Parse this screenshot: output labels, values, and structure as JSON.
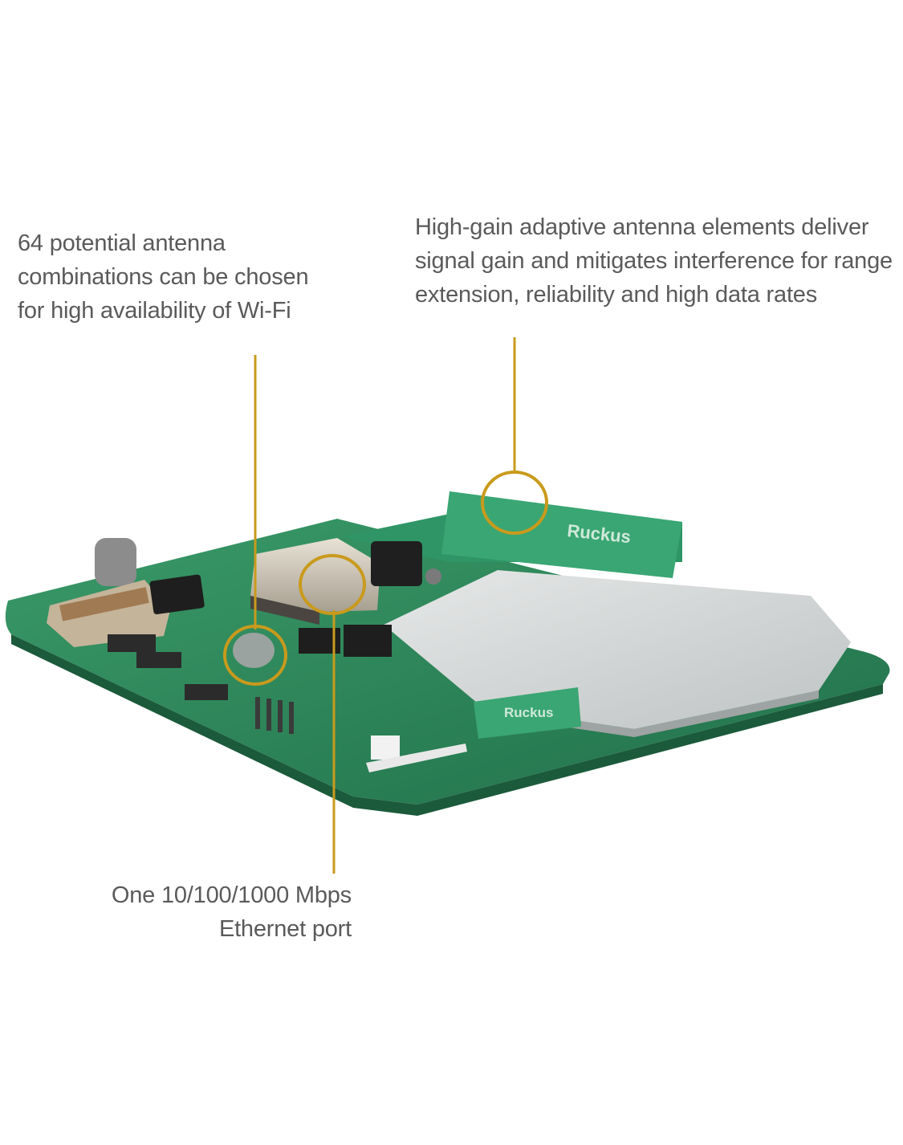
{
  "callouts": {
    "antenna_combinations": "64 potential antenna\ncombinations can be chosen\nfor high availability of Wi-Fi",
    "adaptive_antenna": "High-gain adaptive antenna elements deliver\nsignal gain and mitigates interference for range\nextension, reliability and high data rates",
    "ethernet_port": "One 10/100/1000 Mbps\nEthernet port"
  },
  "board": {
    "brand_label_top": "Ruckus",
    "brand_label_bottom": "Ruckus"
  },
  "colors": {
    "callout_line": "#c99a1c",
    "pcb_green": "#2f8a5a",
    "shield_silver": "#d4d6d6",
    "text_gray": "#5a5a5a"
  }
}
